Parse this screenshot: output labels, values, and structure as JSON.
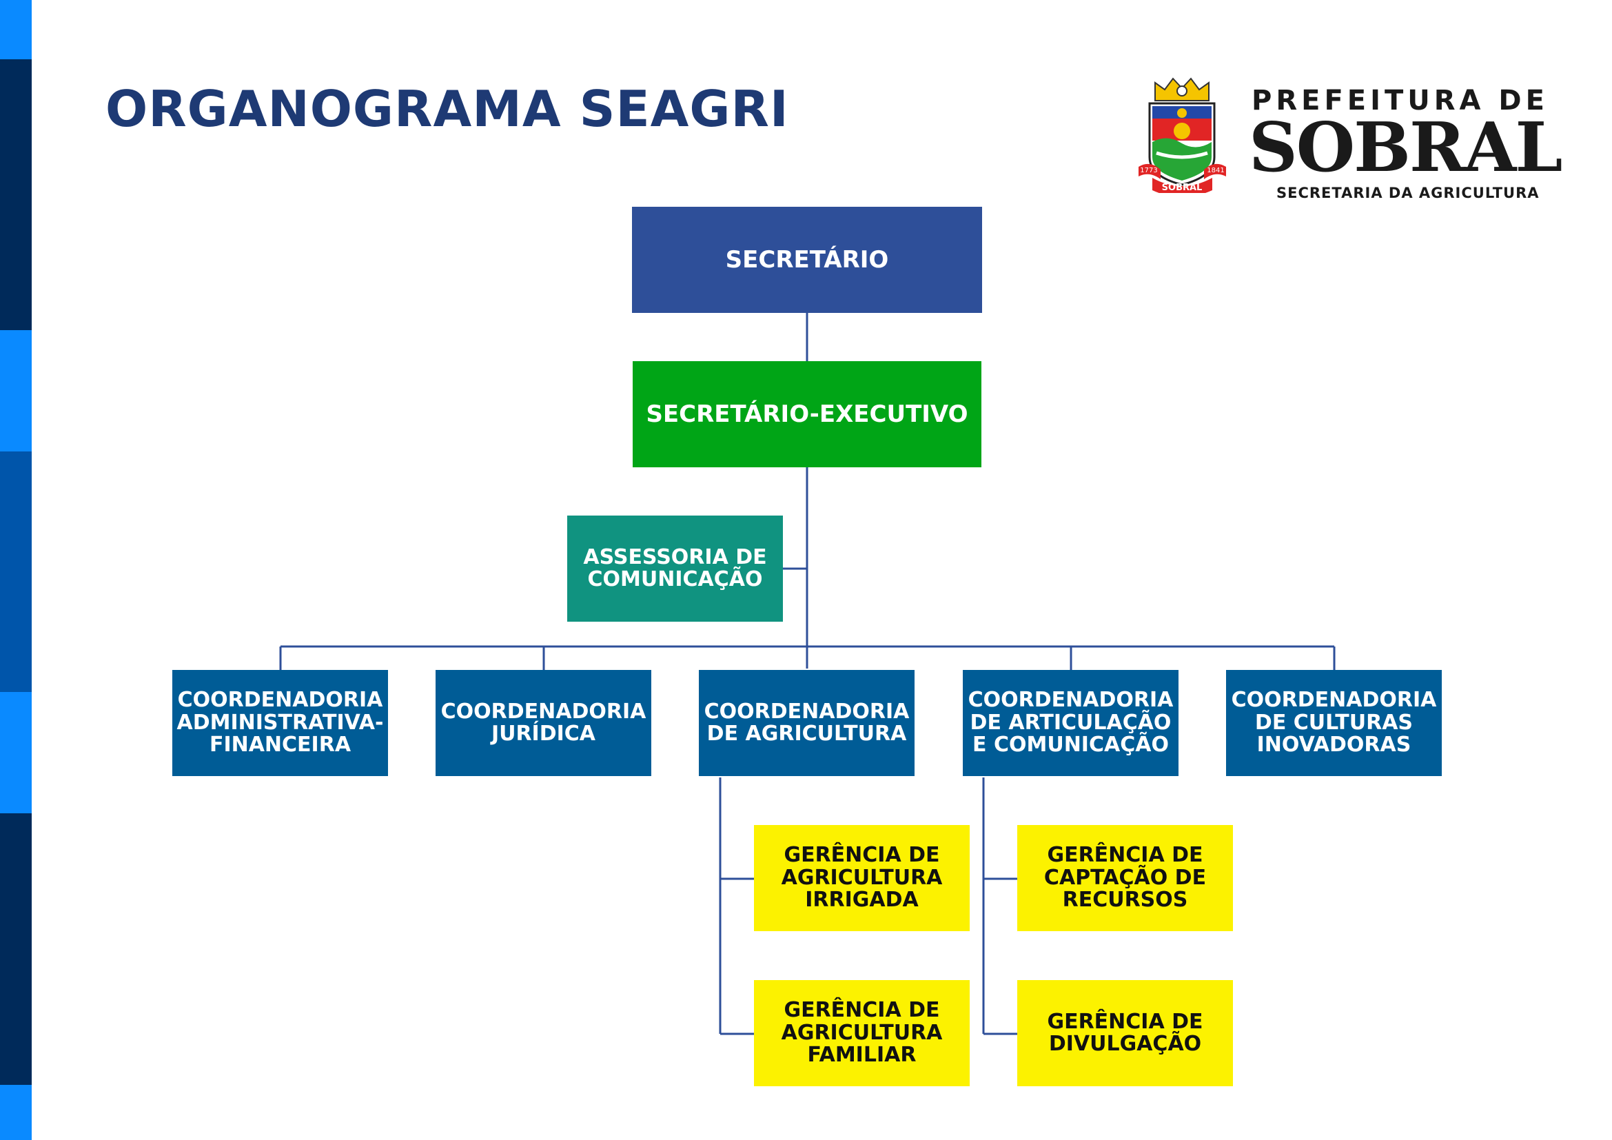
{
  "page": {
    "title": "ORGANOGRAMA SEAGRI"
  },
  "logo": {
    "line1": "PREFEITURA DE",
    "line2": "SOBRAL",
    "line3": "SECRETARIA DA AGRICULTURA",
    "crest_label": "SOBRAL",
    "crest_year_left": "1773",
    "crest_year_right": "1841"
  },
  "colors": {
    "title": "#1e3a74",
    "secretario": "#2e4f99",
    "executivo": "#00a516",
    "assessoria": "#109380",
    "coordenadoria": "#005c96",
    "gerencia": "#fcf200",
    "connector": "#2e4f99"
  },
  "org": {
    "secretario": "SECRETÁRIO",
    "executivo": "SECRETÁRIO-EXECUTIVO",
    "assessoria": "ASSESSORIA DE\nCOMUNICAÇÃO",
    "coordenadorias": [
      "COORDENADORIA\nADMINISTRATIVA-\nFINANCEIRA",
      "COORDENADORIA\nJURÍDICA",
      "COORDENADORIA\nDE AGRICULTURA",
      "COORDENADORIA\nDE ARTICULAÇÃO\nE COMUNICAÇÃO",
      "COORDENADORIA\nDE CULTURAS\nINOVADORAS"
    ],
    "gerencias": [
      "GERÊNCIA DE\nAGRICULTURA\nIRRIGADA",
      "GERÊNCIA DE\nAGRICULTURA\nFAMILIAR",
      "GERÊNCIA DE\nCAPTAÇÃO DE\nRECURSOS",
      "GERÊNCIA DE\nDIVULGAÇÃO"
    ]
  }
}
